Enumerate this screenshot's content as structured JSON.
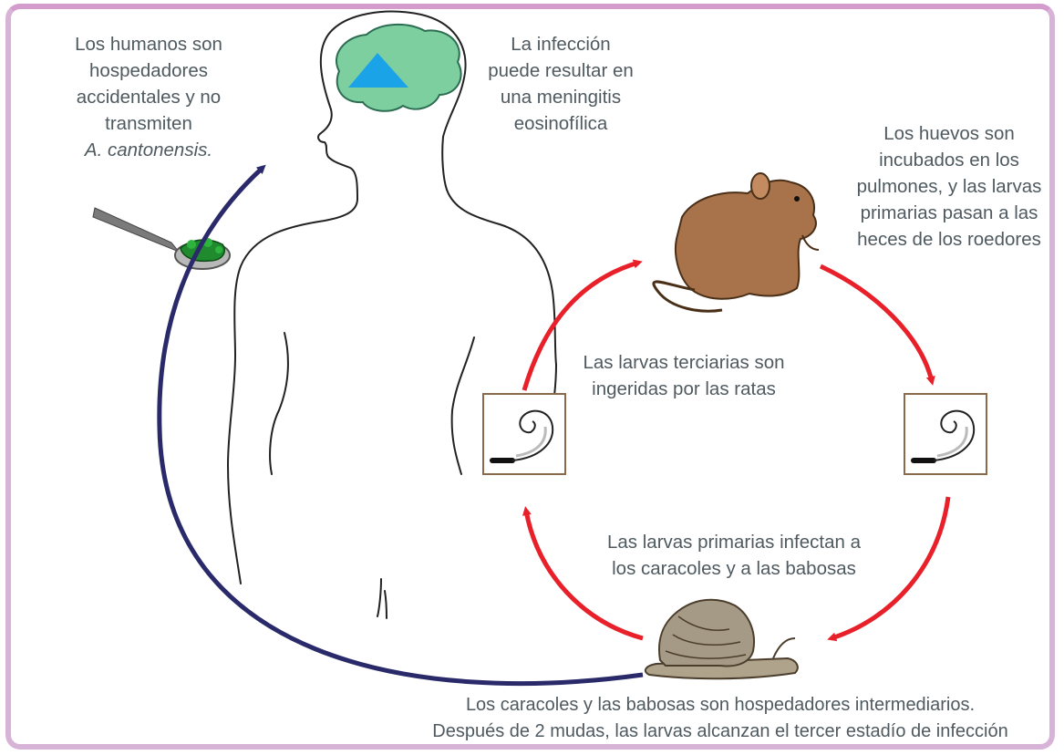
{
  "labels": {
    "humans": {
      "lines": [
        "Los humanos son",
        "hospedadores",
        "accidentales y no",
        "transmiten"
      ],
      "species": "A. cantonensis."
    },
    "infection": {
      "lines": [
        "La infección",
        "puede resultar en",
        "una meningitis",
        "eosinofílica"
      ]
    },
    "eggs": {
      "lines": [
        "Los huevos son",
        "incubados en los",
        "pulmones, y las larvas",
        "primarias pasan a las",
        "heces de los roedores"
      ]
    },
    "tertiary": {
      "lines": [
        "Las larvas terciarias son",
        "ingeridas por las ratas"
      ]
    },
    "primary": {
      "lines": [
        "Las larvas primarias infectan a",
        "los caracoles y a las babosas"
      ]
    },
    "bottom": {
      "lines": [
        "Los caracoles y las babosas son hospedadores intermediarios.",
        "Después de 2 mudas, las larvas alcanzan el tercer estadío de infección"
      ]
    }
  },
  "colors": {
    "frame": "#d8b3d8",
    "text": "#4f5a60",
    "red_arrow": "#e8202a",
    "navy_arrow": "#2a2a6a",
    "brain": "#7dcfa0",
    "triangle": "#1ba3e8",
    "rat": "#a8734a",
    "larva_box": "#8a6a4a"
  },
  "icons": [
    "human-silhouette",
    "brain-icon",
    "triangle-icon",
    "rat-icon",
    "snail-icon",
    "spoon-icon",
    "larva-icon"
  ]
}
